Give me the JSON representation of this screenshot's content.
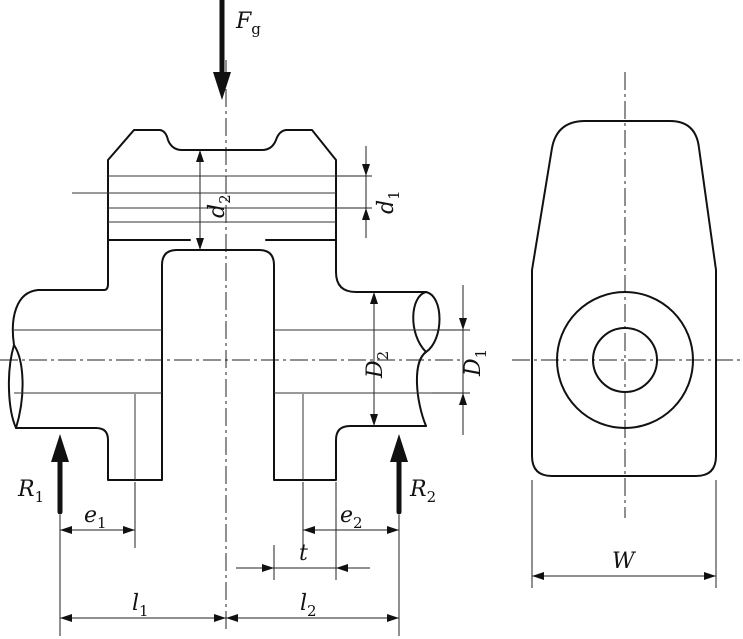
{
  "labels": {
    "force_gear": {
      "symbol": "F",
      "sub": "g"
    },
    "r1": {
      "symbol": "R",
      "sub": "1"
    },
    "r2": {
      "symbol": "R",
      "sub": "2"
    },
    "d2_small": {
      "symbol": "d",
      "sub": "2"
    },
    "d1_small": {
      "symbol": "d",
      "sub": "1"
    },
    "D2": {
      "symbol": "D",
      "sub": "2"
    },
    "D1": {
      "symbol": "D",
      "sub": "1"
    },
    "e1": {
      "symbol": "e",
      "sub": "1"
    },
    "e2": {
      "symbol": "e",
      "sub": "2"
    },
    "t": {
      "symbol": "t",
      "sub": ""
    },
    "l1": {
      "symbol": "l",
      "sub": "1"
    },
    "l2": {
      "symbol": "l",
      "sub": "2"
    },
    "W": {
      "symbol": "W",
      "sub": ""
    }
  }
}
